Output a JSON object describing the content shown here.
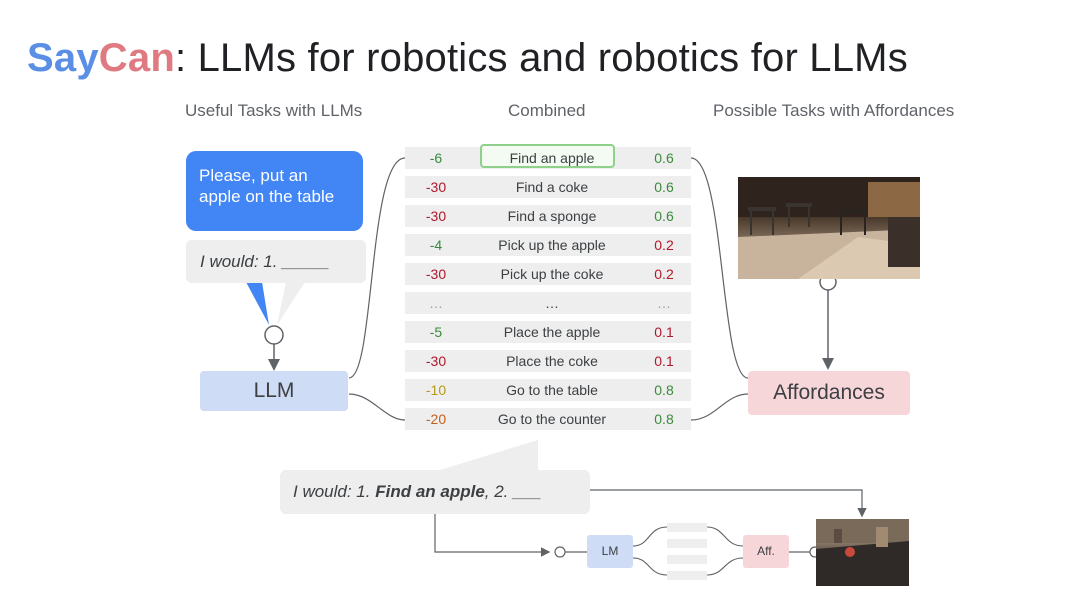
{
  "title": {
    "say": "Say",
    "can": "Can",
    "rest": ": LLMs for robotics and robotics for LLMs"
  },
  "columns": {
    "left": "Useful Tasks with LLMs",
    "middle": "Combined",
    "right": "Possible Tasks with Affordances"
  },
  "prompt": {
    "instruction": "Please, put an apple on the table",
    "completion": "I would: 1. _____"
  },
  "llm_label": "LLM",
  "affordances_label": "Affordances",
  "table": {
    "rows": [
      {
        "score": "-6",
        "task": "Find an apple",
        "prob": "0.6",
        "score_color": "#3b8a3b",
        "prob_color": "#3b8a3b",
        "highlight": true
      },
      {
        "score": "-30",
        "task": "Find a coke",
        "prob": "0.6",
        "score_color": "#b0182b",
        "prob_color": "#3b8a3b"
      },
      {
        "score": "-30",
        "task": "Find a sponge",
        "prob": "0.6",
        "score_color": "#b0182b",
        "prob_color": "#3b8a3b"
      },
      {
        "score": "-4",
        "task": "Pick up the apple",
        "prob": "0.2",
        "score_color": "#3b8a3b",
        "prob_color": "#b0182b"
      },
      {
        "score": "-30",
        "task": "Pick up the coke",
        "prob": "0.2",
        "score_color": "#b0182b",
        "prob_color": "#b0182b"
      },
      {
        "score": "…",
        "task": "…",
        "prob": "…",
        "score_color": "#9aa0a6",
        "prob_color": "#9aa0a6"
      },
      {
        "score": "-5",
        "task": "Place the apple",
        "prob": "0.1",
        "score_color": "#3b8a3b",
        "prob_color": "#b0182b"
      },
      {
        "score": "-30",
        "task": "Place the coke",
        "prob": "0.1",
        "score_color": "#b0182b",
        "prob_color": "#b0182b"
      },
      {
        "score": "-10",
        "task": "Go to the table",
        "prob": "0.8",
        "score_color": "#b59a1a",
        "prob_color": "#3b8a3b"
      },
      {
        "score": "-20",
        "task": "Go to the counter",
        "prob": "0.8",
        "score_color": "#c0601a",
        "prob_color": "#3b8a3b"
      }
    ]
  },
  "bottom": {
    "prefix": "I would: 1. ",
    "bold": "Find an apple",
    "suffix": ", 2. ___",
    "lm_label": "LM",
    "aff_label": "Aff."
  },
  "colors": {
    "say": "#5b8fe6",
    "can": "#e07a82",
    "llm_box": "#cfdcf5",
    "aff_box": "#f7d6da",
    "bubble_blue": "#4285f4",
    "highlight_border": "#8fd18b"
  }
}
